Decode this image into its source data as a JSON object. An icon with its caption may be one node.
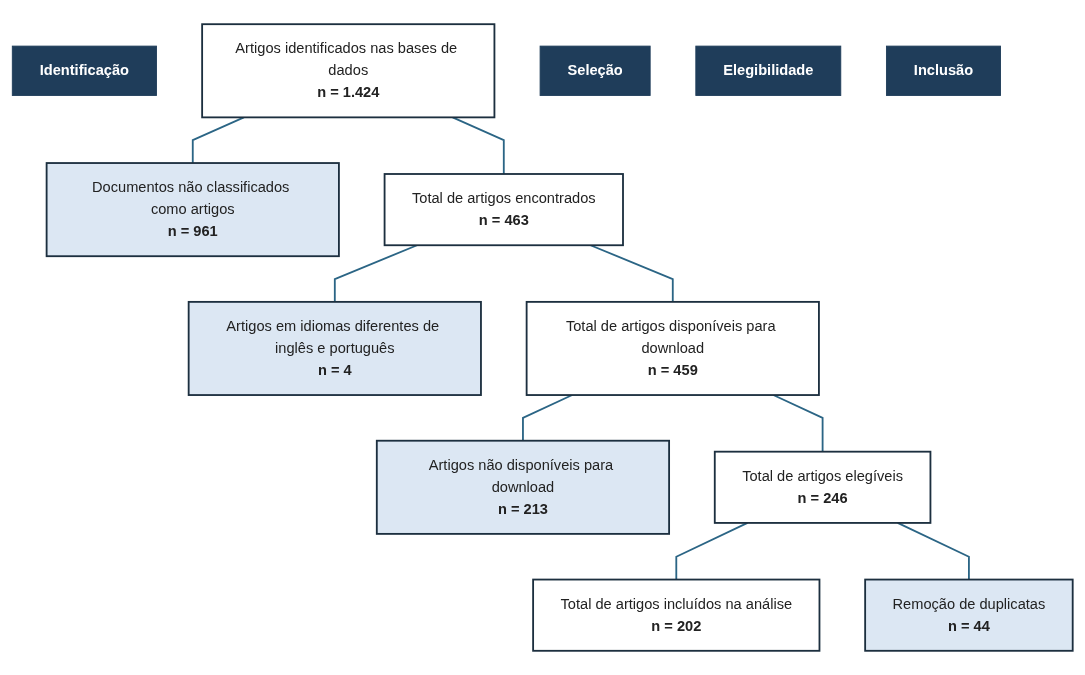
{
  "diagram": {
    "nodes": [
      {
        "text": [
          "Identificação"
        ]
      },
      {
        "text": [
          "Artigos identificados nas bases de dados",
          "n = 1.424"
        ]
      },
      {
        "text": [
          "Documentos não classificados como artigos",
          "n = 961"
        ]
      },
      {
        "text": [
          "Total de artigos encontrados",
          "n = 463"
        ]
      },
      {
        "text": [
          "Seleção"
        ]
      },
      {
        "text": [
          "Artigos em idiomas diferentes de inglês e português",
          "n = 4"
        ]
      },
      {
        "text": [
          "Total de artigos disponíveis para download",
          "n = 459"
        ]
      },
      {
        "text": [
          "Elegibilidade"
        ]
      },
      {
        "text": [
          "Artigos não disponíveis para download",
          "n = 213"
        ]
      },
      {
        "text": [
          "Total de artigos elegíveis",
          "n = 246"
        ]
      },
      {
        "text": [
          "Remoção de duplicatas",
          "n = 44"
        ]
      },
      {
        "text": [
          "Inclusão"
        ]
      },
      {
        "text": [
          "Total de artigos incluídos na análise",
          "n = 202"
        ]
      }
    ],
    "edges": [
      {
        "from": 1,
        "to": 3,
        "arrow": "none"
      },
      {
        "from": 1,
        "to": 2,
        "arrow": "none"
      },
      {
        "from": 3,
        "to": 6,
        "arrow": "none"
      },
      {
        "from": 3,
        "to": 5,
        "arrow": "none"
      },
      {
        "from": 6,
        "to": 9,
        "arrow": "none"
      },
      {
        "from": 6,
        "to": 8,
        "arrow": "none"
      },
      {
        "from": 9,
        "to": 12,
        "arrow": "none"
      },
      {
        "from": 9,
        "to": 10,
        "arrow": "none"
      }
    ]
  }
}
